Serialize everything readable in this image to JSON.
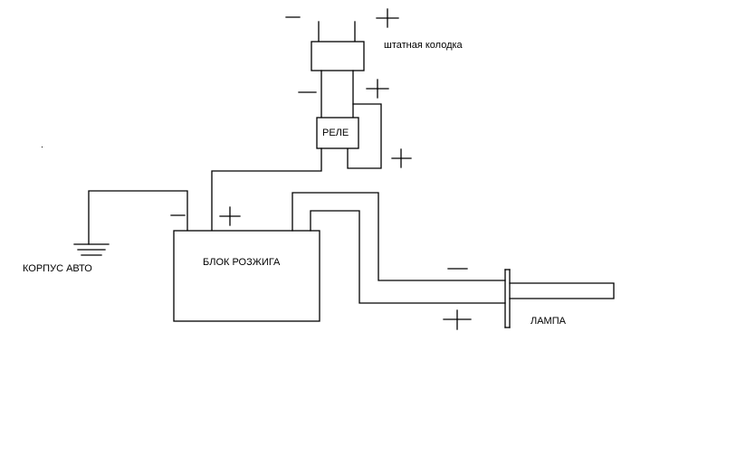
{
  "diagram": {
    "title": "Схема подключения блока розжига через реле",
    "labels": {
      "connector": "штатная колодка",
      "relay": "РЕЛЕ",
      "ballast": "БЛОК РОЗЖИГА",
      "ground": "КОРПУС АВТО",
      "lamp": "ЛАМПА"
    },
    "polarity_marks": [
      {
        "id": "connector-minus",
        "sign": "minus"
      },
      {
        "id": "connector-plus",
        "sign": "plus"
      },
      {
        "id": "relay-in-minus",
        "sign": "minus"
      },
      {
        "id": "relay-in-plus",
        "sign": "plus"
      },
      {
        "id": "relay-out-plus",
        "sign": "plus"
      },
      {
        "id": "ballast-in-minus",
        "sign": "minus"
      },
      {
        "id": "ballast-in-plus",
        "sign": "plus"
      },
      {
        "id": "lamp-minus",
        "sign": "minus"
      },
      {
        "id": "lamp-plus",
        "sign": "plus"
      }
    ],
    "colors": {
      "stroke": "#000000",
      "background": "#ffffff"
    }
  }
}
